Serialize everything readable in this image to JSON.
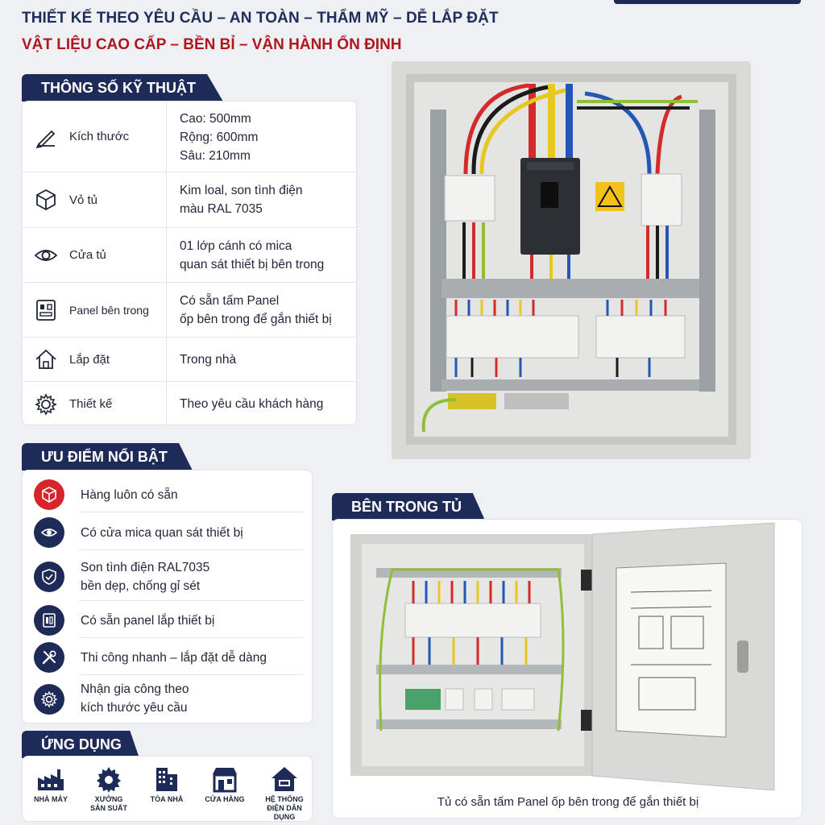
{
  "header": {
    "line1": "THIẾT KẾ THEO YÊU CẦU – AN TOÀN – THẨM MỸ – DỄ LẮP ĐẶT",
    "line2": "VẬT LIỆU CAO CẤP – BỀN BỈ – VẬN HÀNH ỔN ĐỊNH",
    "accent": "#1e2b58",
    "red": "#b0161e"
  },
  "specs": {
    "title": "THÔNG SỐ KỸ THUẬT",
    "rows": [
      {
        "icon": "ruler-pencil-icon",
        "label": "Kích thước",
        "value": [
          "Cao: 500mm",
          "Rộng: 600mm",
          "Sâu: 210mm"
        ]
      },
      {
        "icon": "box-icon",
        "label": "Vỏ tủ",
        "value": [
          "Kim loal, son tình điện",
          "màu RAL 7035"
        ]
      },
      {
        "icon": "eye-icon",
        "label": "Cửa tủ",
        "value": [
          "01 lớp cánh có mica",
          "quan sát thiết bị bên trong"
        ]
      },
      {
        "icon": "panel-icon",
        "label": "Panel bên trong",
        "value": [
          "Có sẵn tấm Panel",
          "ốp bên trong để gắn thiết bị"
        ]
      },
      {
        "icon": "home-icon",
        "label": "Lắp đặt",
        "value": [
          "Trong nhà"
        ]
      },
      {
        "icon": "gear-icon",
        "label": "Thiết kế",
        "value": [
          "Theo yêu cầu khách hàng"
        ]
      }
    ]
  },
  "advantages": {
    "title": "ƯU ĐIỂM NỔI BẬT",
    "items": [
      {
        "icon": "box-icon",
        "lines": [
          "Hàng luôn có sẵn"
        ]
      },
      {
        "icon": "eye-icon",
        "lines": [
          "Có cửa mica quan sát thiết bị"
        ]
      },
      {
        "icon": "shield-icon",
        "lines": [
          "Son tình điện RAL7035",
          "bền dẹp, chống gỉ sét"
        ]
      },
      {
        "icon": "panel-icon",
        "lines": [
          "Có sẵn panel lắp thiết bị"
        ]
      },
      {
        "icon": "tools-icon",
        "lines": [
          "Thi công nhanh – lắp đặt dễ dàng"
        ]
      },
      {
        "icon": "gear-icon",
        "lines": [
          "Nhận gia công theo",
          "kích thước yêu cầu"
        ]
      }
    ]
  },
  "applications": {
    "title": "ỨNG DỤNG",
    "items": [
      {
        "icon": "factory-icon",
        "lines": [
          "NHÀ MÁY"
        ]
      },
      {
        "icon": "gear-icon",
        "lines": [
          "XƯỞNG",
          "SẢN SUẤT"
        ]
      },
      {
        "icon": "building-icon",
        "lines": [
          "TÒA NHÀ"
        ]
      },
      {
        "icon": "shop-icon",
        "lines": [
          "CỬA HÀNG"
        ]
      },
      {
        "icon": "house-icon",
        "lines": [
          "HỆ THỐNG",
          "ĐIỆN DÂN DỤNG"
        ]
      }
    ]
  },
  "inside": {
    "title": "BÊN TRONG TỦ",
    "caption": "Tủ có sẵn tấm Panel ốp bên trong để gắn thiết bị"
  }
}
